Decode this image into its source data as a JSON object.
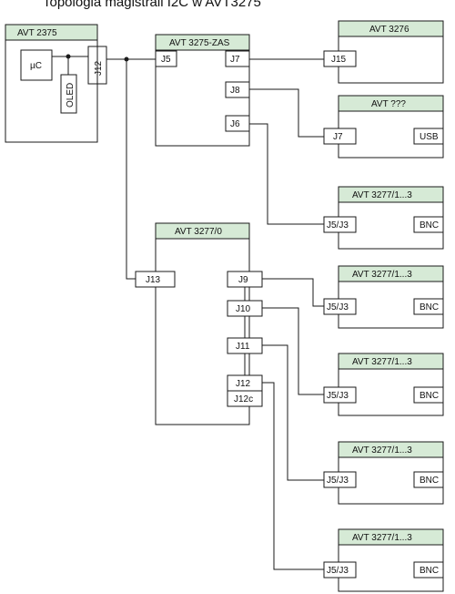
{
  "title": "Topologia magistrali I2C w AVT3275",
  "colors": {
    "header_fill": "#d6ead6",
    "line": "#1a1a1a",
    "background": "#ffffff"
  },
  "modules": {
    "avt2375": {
      "title": "AVT 2375",
      "uc": "µC",
      "oled": "OLED",
      "j12": "J12"
    },
    "zas": {
      "title": "AVT 3275-ZAS",
      "j5": "J5",
      "j7": "J7",
      "j8": "J8",
      "j6": "J6"
    },
    "avt3276": {
      "title": "AVT 3276",
      "j15": "J15"
    },
    "unknown": {
      "title": "AVT ???",
      "j7": "J7",
      "usb": "USB"
    },
    "hub": {
      "title": "AVT 3277/0",
      "j13": "J13",
      "j9": "J9",
      "j10": "J10",
      "j11": "J11",
      "j12": "J12",
      "j12c": "J12c"
    },
    "terminals": [
      {
        "title": "AVT 3277/1...3",
        "port": "J5/J3",
        "bnc": "BNC"
      },
      {
        "title": "AVT 3277/1...3",
        "port": "J5/J3",
        "bnc": "BNC"
      },
      {
        "title": "AVT 3277/1...3",
        "port": "J5/J3",
        "bnc": "BNC"
      },
      {
        "title": "AVT 3277/1...3",
        "port": "J5/J3",
        "bnc": "BNC"
      },
      {
        "title": "AVT 3277/1...3",
        "port": "J5/J3",
        "bnc": "BNC"
      }
    ]
  }
}
